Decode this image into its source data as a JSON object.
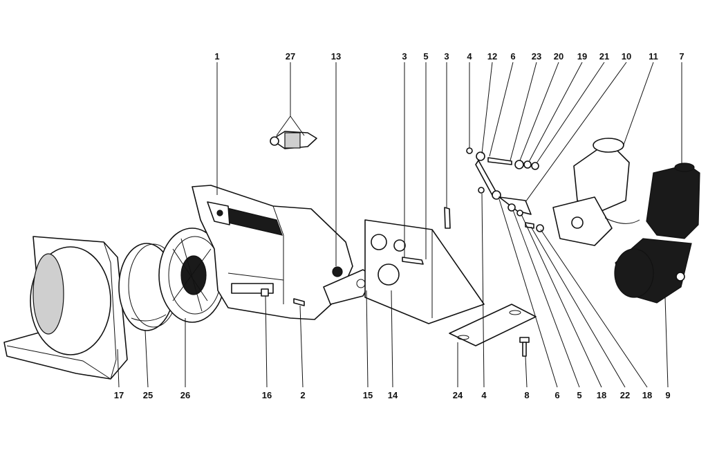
{
  "callouts_top": [
    "1",
    "27",
    "13",
    "3",
    "5",
    "3",
    "4",
    "12",
    "6",
    "23",
    "20",
    "19",
    "21",
    "10",
    "11",
    "7"
  ],
  "callouts_bottom": [
    "17",
    "25",
    "26",
    "16",
    "2",
    "15",
    "14",
    "24",
    "4",
    "8",
    "6",
    "5",
    "18",
    "22",
    "18",
    "9"
  ],
  "colors": {
    "ink": "#111111",
    "paper": "#ffffff"
  }
}
